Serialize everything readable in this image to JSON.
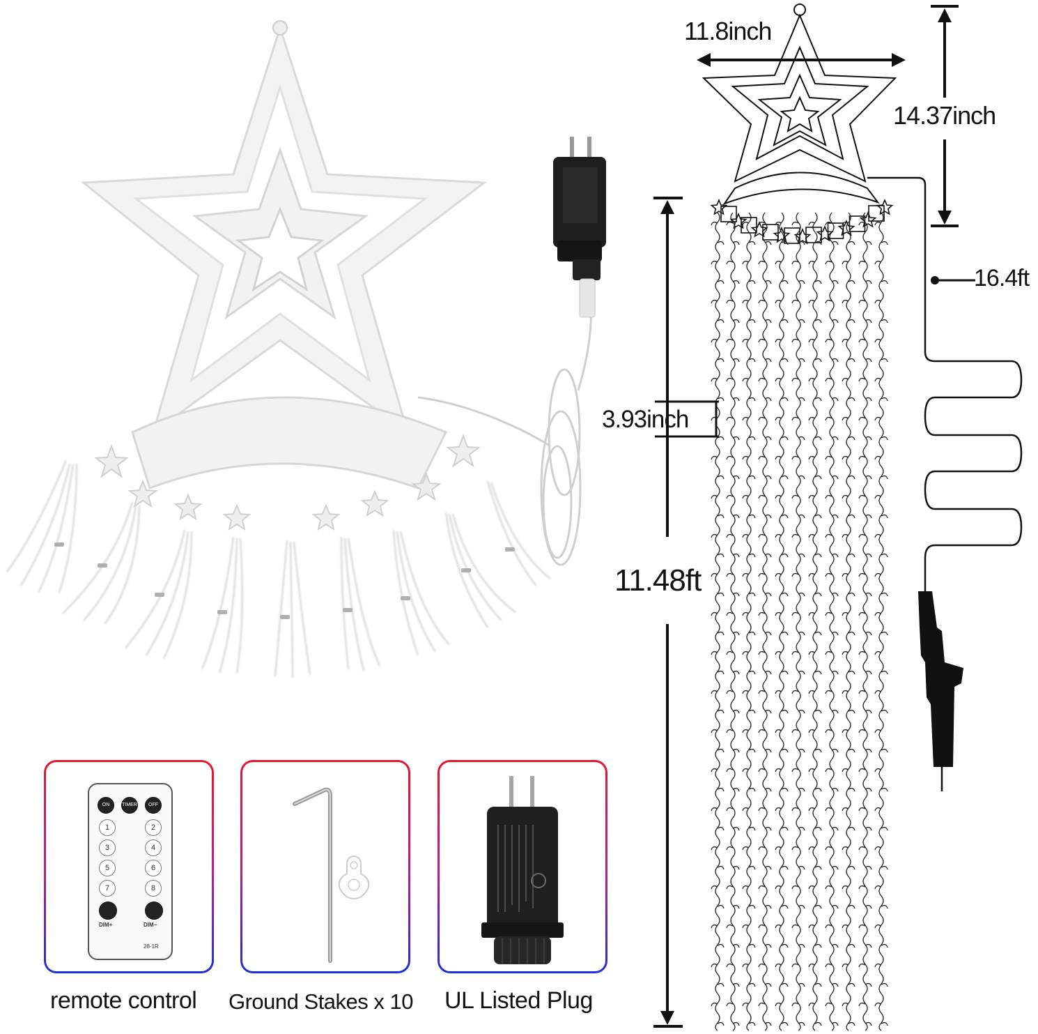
{
  "dimensions": {
    "star_width": "11.8inch",
    "star_height": "14.37inch",
    "lead_wire": "16.4ft",
    "strand_spacing": "3.93inch",
    "strand_length": "11.48ft"
  },
  "accessories": [
    {
      "caption": "remote control"
    },
    {
      "caption": "Ground Stakes x 10"
    },
    {
      "caption": "UL Listed Plug"
    }
  ],
  "remote": {
    "top_buttons": [
      "ON",
      "TIMER",
      "OFF"
    ],
    "left_numbers": [
      "1",
      "3",
      "5",
      "7"
    ],
    "right_numbers": [
      "2",
      "4",
      "6",
      "8"
    ],
    "dim_plus": "DIM+",
    "dim_minus": "DIM−",
    "model": "28-1R"
  },
  "colors": {
    "card_gradient": [
      "#e8162c",
      "#b0208a",
      "#1c2fd8"
    ],
    "line": "#111111"
  }
}
